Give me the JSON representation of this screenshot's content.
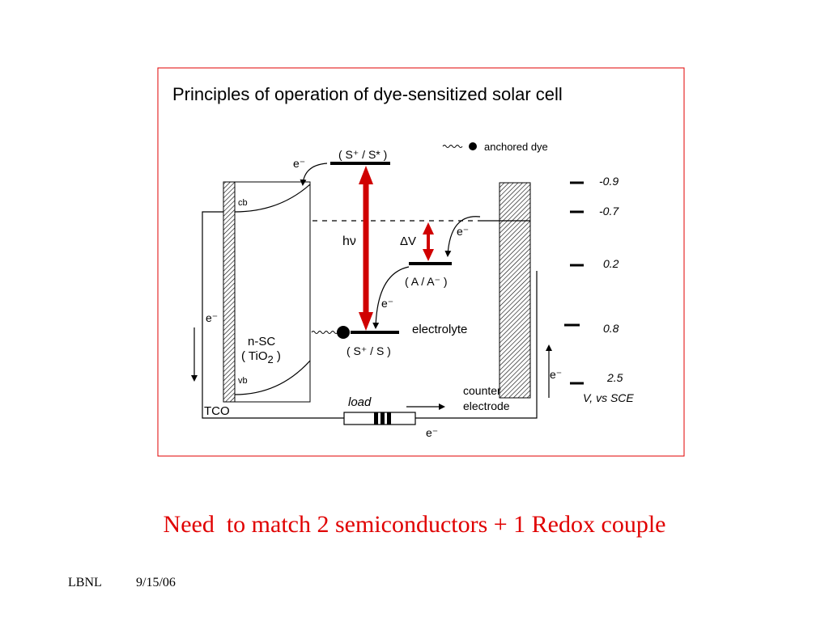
{
  "slide": {
    "caption": "Need  to match 2 semiconductors + 1 Redox couple",
    "footer_org": "LBNL",
    "footer_date": "9/15/06"
  },
  "diagram": {
    "title": "Principles of operation of dye-sensitized solar cell",
    "legend_label": "anchored dye",
    "labels": {
      "s_plus_s_star": "( S⁺ / S* )",
      "s_plus_s": "( S⁺ / S )",
      "a_a_minus": "( A / A⁻ )",
      "hv": "hν",
      "delta_v": "ΔV",
      "electrolyte": "electrolyte",
      "cb": "cb",
      "vb": "vb",
      "nsc_line1": "n-SC",
      "nsc_line2": "( TiO",
      "nsc_sub": "2",
      "nsc_close": " )",
      "tco": "TCO",
      "load": "load",
      "counter_line1": "counter",
      "counter_line2": "electrode",
      "electron": "e⁻"
    },
    "potential_scale": {
      "values": [
        "-0.9",
        "-0.7",
        "0.2",
        "0.8",
        "2.5"
      ],
      "axis_label": "V, vs SCE"
    },
    "colors": {
      "frame": "#e00000",
      "arrow": "#d00000",
      "caption": "#e00000"
    }
  }
}
